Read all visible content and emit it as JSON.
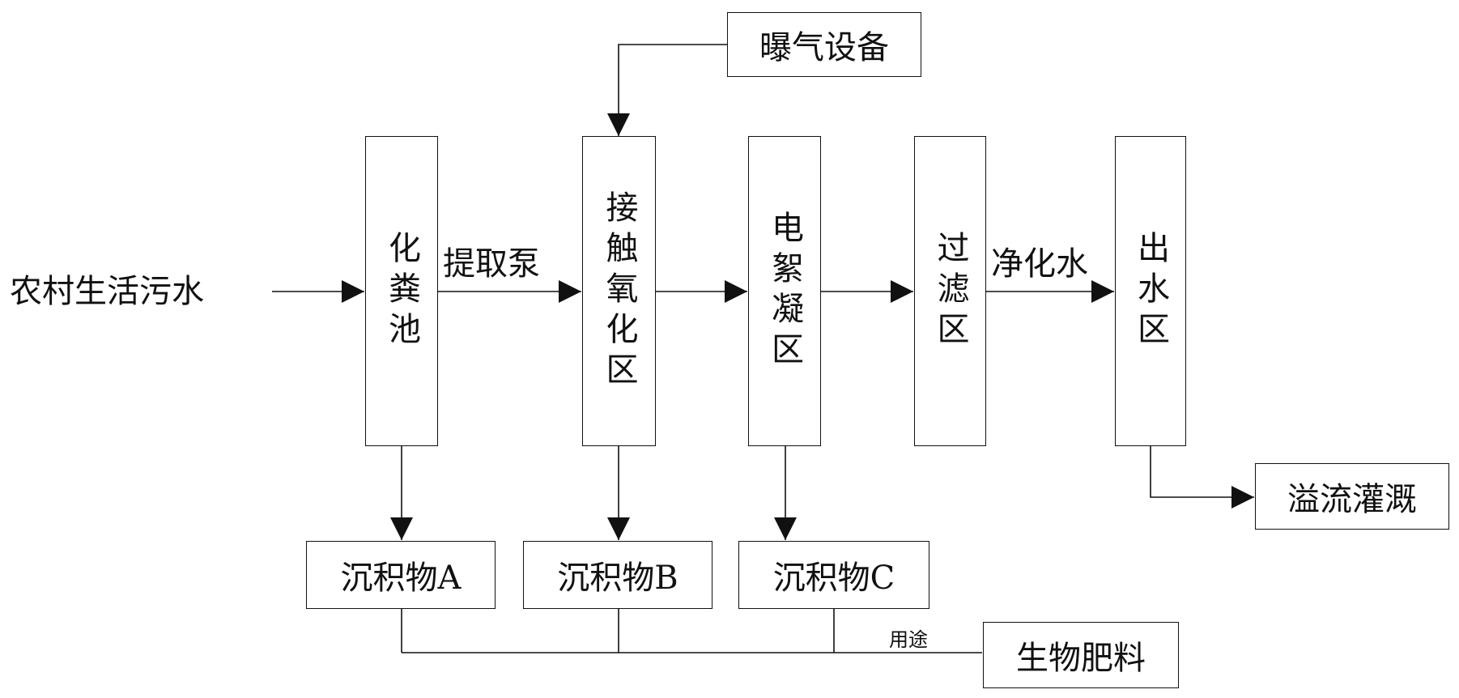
{
  "nodes": {
    "rural_sewage": "农村生活污水",
    "aeration_equipment": "曝气设备",
    "septic_tank": "化粪池",
    "contact_oxidation_zone": "接触氧化区",
    "electroflocculation_zone": "电絮凝区",
    "filtration_zone": "过滤区",
    "outlet_zone": "出水区",
    "overflow_irrigation": "溢流灌溉",
    "sediment_a": "沉积物A",
    "sediment_b": "沉积物B",
    "sediment_c": "沉积物C",
    "bio_fertilizer": "生物肥料"
  },
  "edge_labels": {
    "extraction_pump": "提取泵",
    "purified_water": "净化水",
    "usage": "用途"
  },
  "colors": {
    "line": "#111111",
    "background": "#ffffff"
  }
}
